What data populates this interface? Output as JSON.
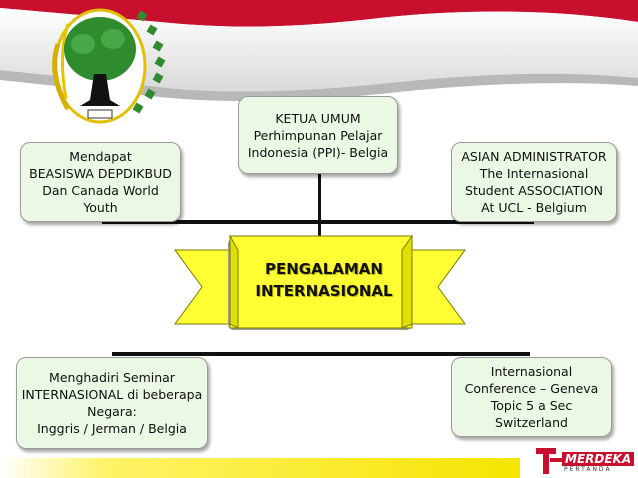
{
  "center": {
    "line1": "PENGALAMAN",
    "line2": "INTERNASIONAL"
  },
  "top": {
    "lines": [
      "KETUA UMUM",
      "Perhimpunan Pelajar",
      "Indonesia (PPI)- Belgia"
    ]
  },
  "left_top": {
    "lines": [
      "Mendapat",
      "BEASISWA DEPDIKBUD",
      "Dan Canada World",
      "Youth"
    ]
  },
  "right_top": {
    "lines": [
      "ASIAN ADMINISTRATOR",
      "The Internasional",
      "Student ASSOCIATION",
      "At UCL - Belgium"
    ]
  },
  "left_bottom": {
    "lines": [
      "Menghadiri Seminar",
      "INTERNASIONAL di beberapa",
      "Negara:",
      "Inggris / Jerman / Belgia"
    ]
  },
  "right_bottom": {
    "lines": [
      "Internasional",
      "Conference – Geneva",
      "Topic 5 a Sec",
      "Switzerland"
    ]
  },
  "footer_logo": {
    "name": "MERDEKA",
    "sub": "PERTANDA"
  },
  "colors": {
    "box_fill": "#eaf8e4",
    "banner_fill": "#ffff33",
    "flag_red": "#c8102e",
    "tree_green": "#2e8b2e"
  }
}
